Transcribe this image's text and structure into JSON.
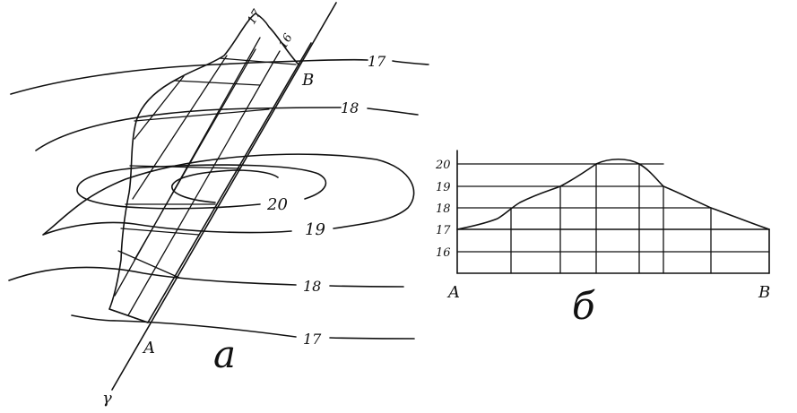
{
  "map": {
    "contour_labels": [
      "17",
      "18",
      "20",
      "19",
      "18",
      "17"
    ],
    "strip_labels": [
      "17",
      "16"
    ],
    "point_a": "A",
    "point_b": "B",
    "direction_label": "γ",
    "panel_label": "а"
  },
  "profile": {
    "levels": [
      "20",
      "19",
      "18",
      "17",
      "16"
    ],
    "start_label": "A",
    "end_label": "B",
    "panel_label": "б"
  },
  "colors": {
    "ink": "#111111",
    "paper": "#ffffff"
  }
}
